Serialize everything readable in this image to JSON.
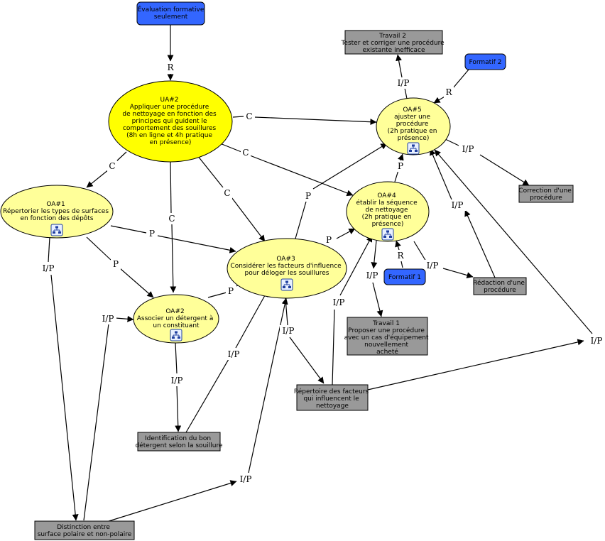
{
  "colors": {
    "ellipse_yellow": "#ffff00",
    "ellipse_light": "#ffff99",
    "box_blue": "#3366ff",
    "box_gray": "#999999",
    "line": "#000000"
  },
  "nodes": {
    "uae": {
      "lines": [
        "UA#2",
        "Appliquer une procédure",
        "de nettoyage en fonction des",
        "principes qui guident le",
        "comportement des souillures",
        "(8h en ligne et 4h pratique",
        "en présence)"
      ]
    },
    "oa1": {
      "lines": [
        "OA#1",
        "Répertorier les types de surfaces",
        "en fonction des dépôts"
      ]
    },
    "oa2": {
      "lines": [
        "OA#2",
        "Associer un détergent à",
        "un constituant"
      ]
    },
    "oa3": {
      "lines": [
        "OA#3",
        "Considérer les facteurs d'influence",
        "pour déloger les souillures"
      ]
    },
    "oa4": {
      "lines": [
        "OA#4",
        "établir la séquence",
        "de nettoyage",
        "(2h pratique en",
        "présence)"
      ]
    },
    "oa5": {
      "lines": [
        "OA#5",
        "ajuster une",
        "procédure",
        "(2h pratique en",
        "présence)"
      ]
    },
    "eval": {
      "lines": [
        "Évaluation formative",
        "seulement"
      ]
    },
    "formatif2": {
      "lines": [
        "Formatif 2"
      ]
    },
    "formatif1": {
      "lines": [
        "Formatif 1"
      ]
    },
    "travail2": {
      "lines": [
        "Travail 2",
        "Tester et corriger une procédure",
        "existante inefficace"
      ]
    },
    "correction": {
      "lines": [
        "Correction d'une",
        "procédure"
      ]
    },
    "redaction": {
      "lines": [
        "Rédaction d'une",
        "procédure"
      ]
    },
    "travail1": {
      "lines": [
        "Travail 1",
        "Proposer une procédure",
        "avec un cas d'équipement",
        "nouvellement",
        "acheté"
      ]
    },
    "repertoire": {
      "lines": [
        "Répertoire des facteurs",
        "qui influencent le",
        "nettoyage"
      ]
    },
    "identification": {
      "lines": [
        "Identification du bon",
        "détergent selon la souillure"
      ]
    },
    "distinction": {
      "lines": [
        "Distinction entre",
        "surface polaire et non-polaire"
      ]
    }
  },
  "link_labels": {
    "R": "R",
    "C": "C",
    "P": "P",
    "IP": "I/P"
  },
  "icons": {
    "procedure": "procedure-tree-icon"
  }
}
